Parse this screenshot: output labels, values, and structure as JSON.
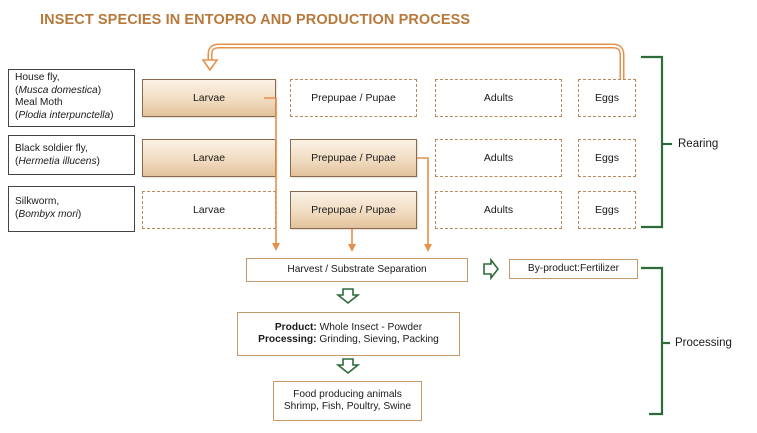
{
  "title": "INSECT SPECIES IN ENTOPRO AND PRODUCTION PROCESS",
  "species": [
    {
      "lines": [
        {
          "pre": "House fly,",
          "italic": "",
          "post": ""
        },
        {
          "pre": "(",
          "italic": "Musca domestica",
          "post": ")"
        },
        {
          "pre": "Meal Moth",
          "italic": "",
          "post": ""
        },
        {
          "pre": "(",
          "italic": "Plodia interpunctella",
          "post": ")"
        }
      ]
    },
    {
      "lines": [
        {
          "pre": "Black soldier fly,",
          "italic": "",
          "post": ""
        },
        {
          "pre": "(",
          "italic": "Hermetia illucens",
          "post": ")"
        }
      ]
    },
    {
      "lines": [
        {
          "pre": "Silkworm,",
          "italic": "",
          "post": ""
        },
        {
          "pre": "(",
          "italic": "Bombyx mori",
          "post": ")"
        }
      ]
    }
  ],
  "stage_rows": [
    [
      {
        "label": "Larvae",
        "style": "filled"
      },
      {
        "label": "Prepupae / Pupae",
        "style": "dashed"
      },
      {
        "label": "Adults",
        "style": "dashed"
      },
      {
        "label": "Eggs",
        "style": "dashed"
      }
    ],
    [
      {
        "label": "Larvae",
        "style": "filled"
      },
      {
        "label": "Prepupae / Pupae",
        "style": "filled"
      },
      {
        "label": "Adults",
        "style": "dashed"
      },
      {
        "label": "Eggs",
        "style": "dashed"
      }
    ],
    [
      {
        "label": "Larvae",
        "style": "dashed"
      },
      {
        "label": "Prepupae / Pupae",
        "style": "filled"
      },
      {
        "label": "Adults",
        "style": "dashed"
      },
      {
        "label": "Eggs",
        "style": "dashed"
      }
    ]
  ],
  "harvest": "Harvest / Substrate Separation",
  "byproduct": "By-product:Fertilizer",
  "product": {
    "product_label": "Product:",
    "product_value": " Whole Insect - Powder",
    "processing_label": "Processing:",
    "processing_value": " Grinding, Sieving, Packing"
  },
  "food": {
    "line1": "Food producing animals",
    "line2": "Shrimp, Fish, Poultry, Swine"
  },
  "brackets": {
    "rearing": "Rearing",
    "processing": "Processing"
  },
  "colors": {
    "title": "#b8793a",
    "orange_arrow": "#e8904a",
    "green": "#2e6b3a",
    "dashed_border": "#b98a5e"
  }
}
